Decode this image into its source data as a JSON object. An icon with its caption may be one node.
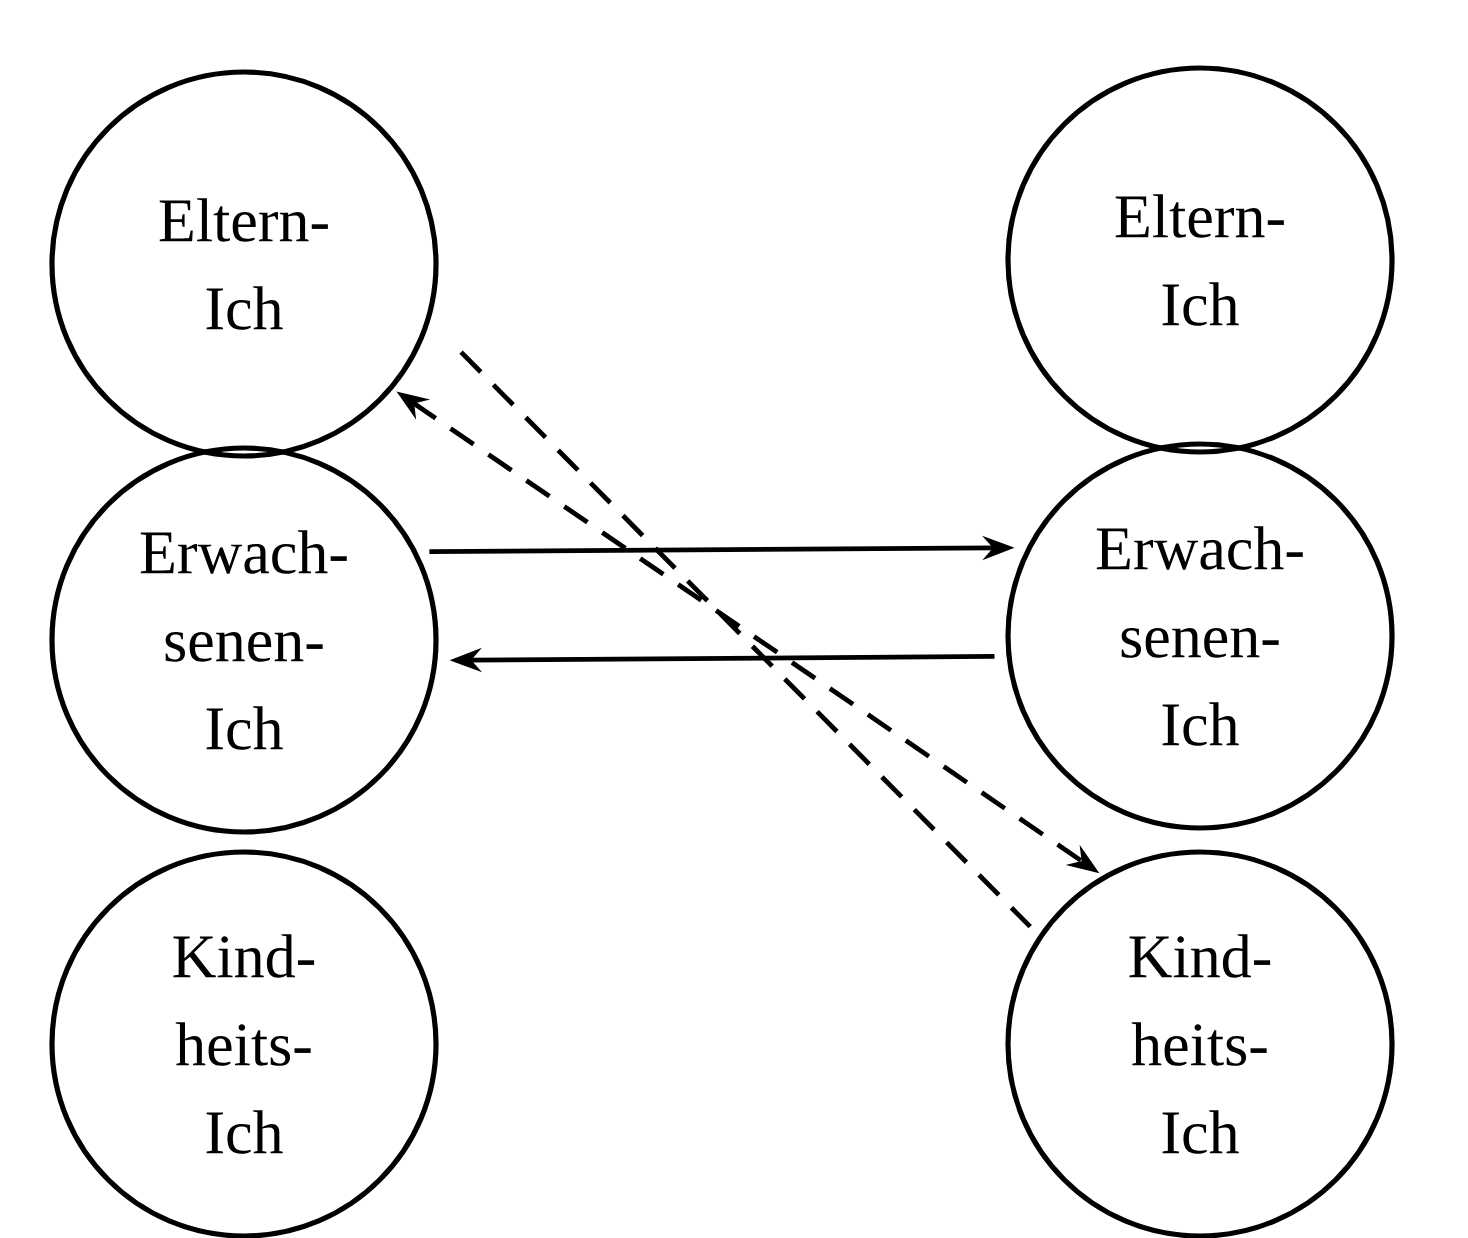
{
  "diagram": {
    "nodes": [
      {
        "text": [
          "Eltern- Ich"
        ]
      },
      {
        "text": [
          "Eltern- Ich"
        ]
      },
      {
        "text": [
          "Erwach- senen- Ich"
        ]
      },
      {
        "text": [
          "Erwach- senen- Ich"
        ]
      },
      {
        "text": [
          "Kind- heits- Ich"
        ]
      },
      {
        "text": [
          "Kind- heits- Ich"
        ]
      }
    ],
    "edges": [
      {
        "from": 2,
        "to": 3,
        "arrow": "to"
      },
      {
        "from": 3,
        "to": 2,
        "arrow": "to"
      },
      {
        "from": 0,
        "to": 5,
        "arrow": "none",
        "style": "dashed"
      },
      {
        "from": 0,
        "to": 5,
        "arrow": "both",
        "style": "dashed"
      }
    ]
  }
}
